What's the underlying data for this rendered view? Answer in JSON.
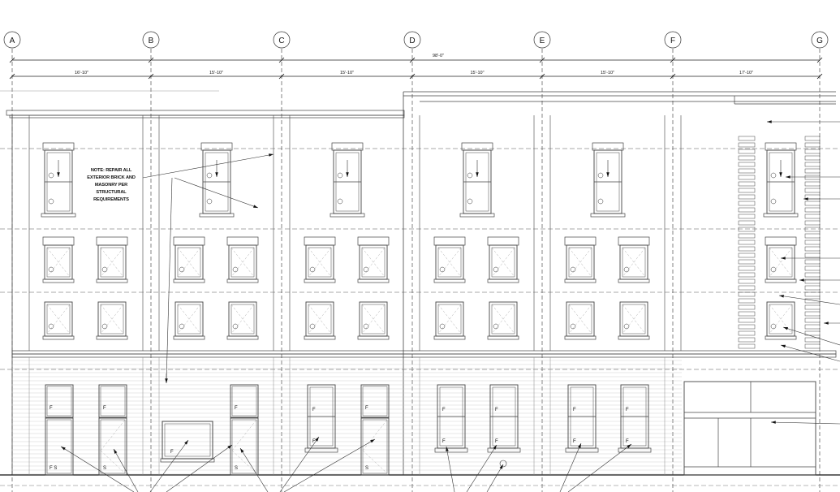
{
  "drawing": {
    "grid_lines": [
      "A",
      "B",
      "C",
      "D",
      "E",
      "F",
      "G"
    ],
    "overall_dimension": "98'-0\"",
    "bay_dimensions": [
      "16'-10\"",
      "15'-10\"",
      "15'-10\"",
      "15'-10\"",
      "15'-10\"",
      "17'-10\""
    ],
    "note": "NOTE:  REPAIR ALL EXTERIOR BRICK AND MASONRY PER STRUCTURAL REQUIREMENTS",
    "first_floor_tags": {
      "fixed": "F",
      "fixed_slider": "F S",
      "slider": "S"
    },
    "line_color": "#444444"
  }
}
